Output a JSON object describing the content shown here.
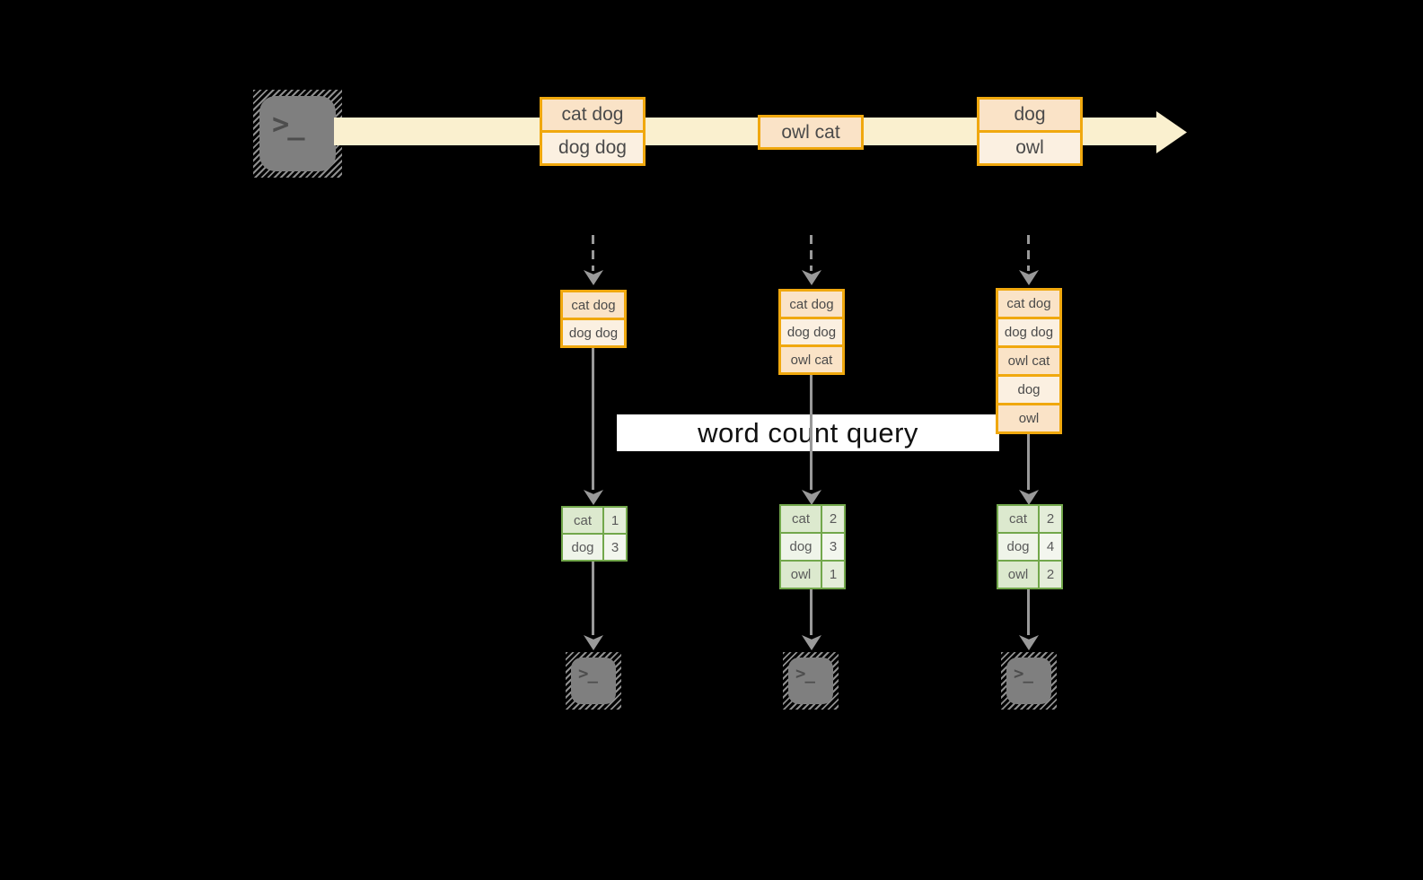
{
  "colors": {
    "gold": "#F0A80E",
    "peach": "#FAE3C7",
    "cream": "#FBF0E1",
    "stream": "#FAF0CF",
    "green": "#72A74B",
    "green-row-a": "#DCE9CE",
    "green-row-b": "#EFF4E9",
    "green-num-a": "#E4EDD9",
    "green-num-b": "#F3F6EE",
    "arrow-gray": "#999999",
    "terminal-gray": "#7F7F7F",
    "glyph-gray": "#4D4D4D",
    "box-text": "#4A4A4A",
    "table-text": "#5A5A5A",
    "query-bg": "#FFFFFF",
    "query-text": "#111111"
  },
  "glyphs": {
    "terminal_prompt": ">_"
  },
  "stream": {
    "events": [
      {
        "lines": [
          "cat dog",
          "dog dog"
        ]
      },
      {
        "lines": [
          "owl cat"
        ]
      },
      {
        "lines": [
          "dog",
          "owl"
        ]
      }
    ]
  },
  "batches": [
    {
      "lines": [
        "cat dog",
        "dog dog"
      ]
    },
    {
      "lines": [
        "cat dog",
        "dog dog",
        "owl cat"
      ]
    },
    {
      "lines": [
        "cat dog",
        "dog dog",
        "owl cat",
        "dog",
        "owl"
      ]
    }
  ],
  "query_label": "word count query",
  "counts": [
    {
      "rows": [
        [
          "cat",
          "1"
        ],
        [
          "dog",
          "3"
        ]
      ]
    },
    {
      "rows": [
        [
          "cat",
          "2"
        ],
        [
          "dog",
          "3"
        ],
        [
          "owl",
          "1"
        ]
      ]
    },
    {
      "rows": [
        [
          "cat",
          "2"
        ],
        [
          "dog",
          "4"
        ],
        [
          "owl",
          "2"
        ]
      ]
    }
  ]
}
